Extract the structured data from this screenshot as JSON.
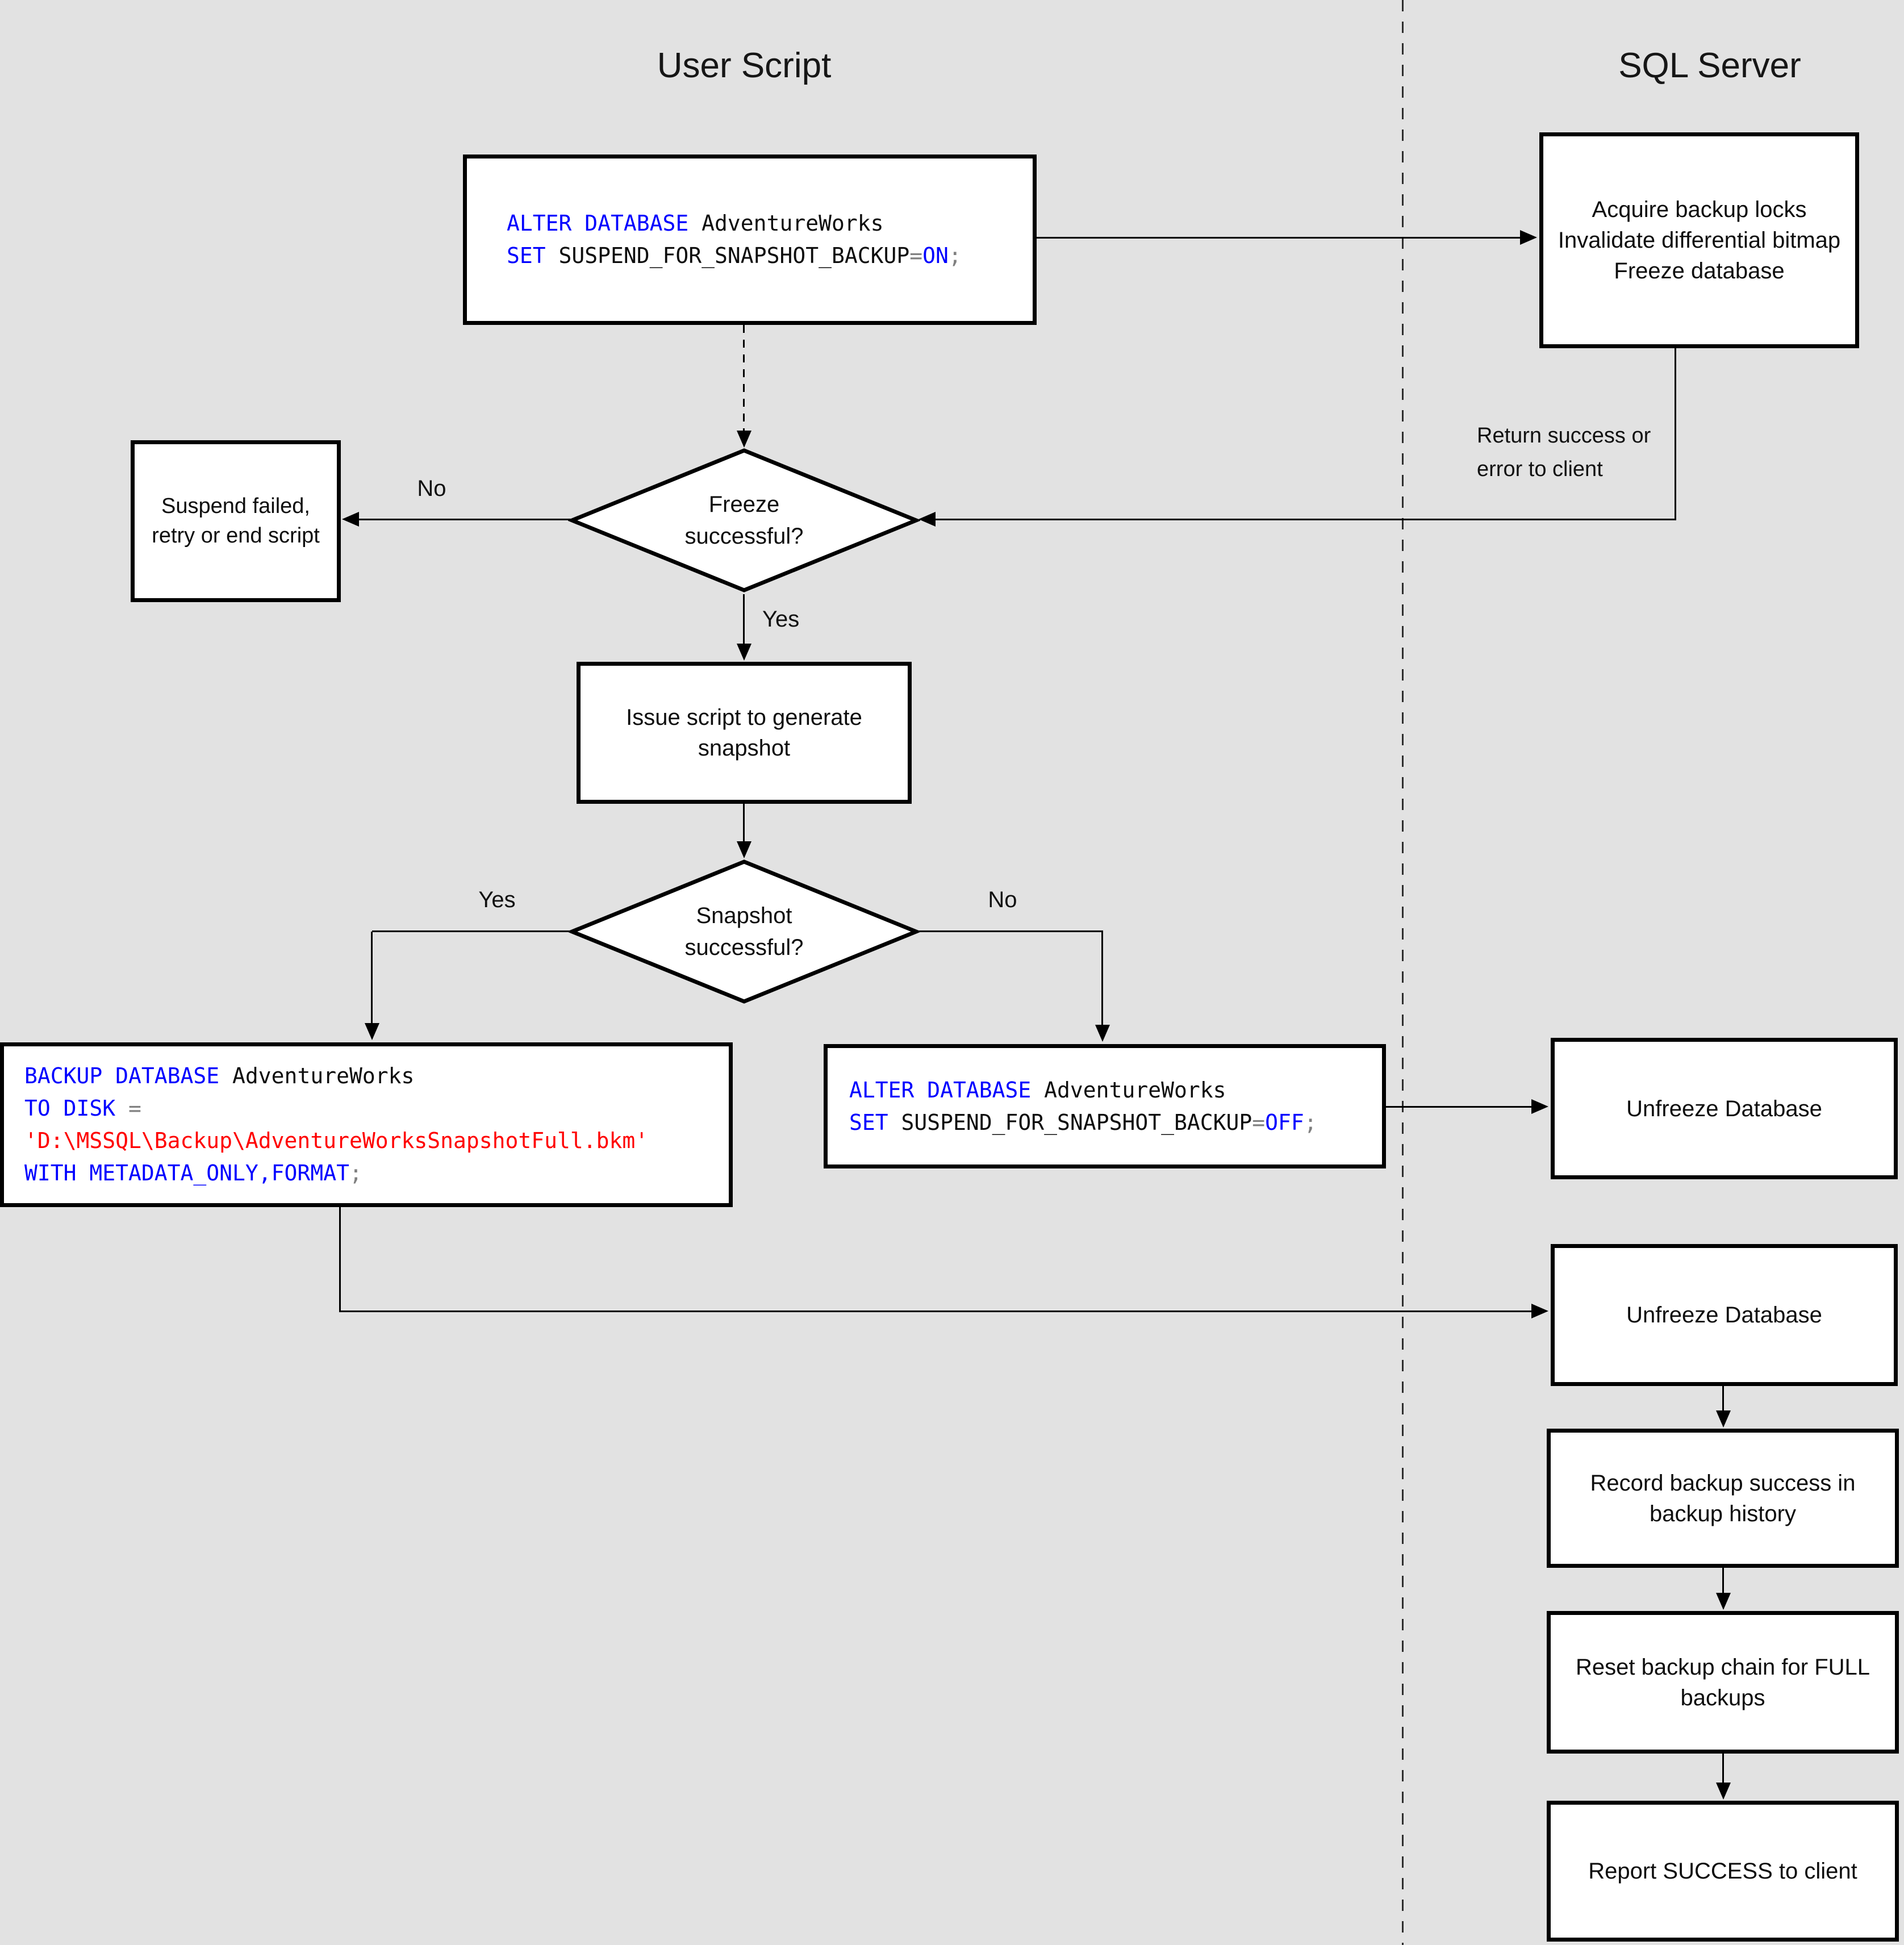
{
  "titles": {
    "user_script": "User Script",
    "sql_server": "SQL Server"
  },
  "colors": {
    "background": "#e2e2e2",
    "node_fill": "#ffffff",
    "node_border": "#000000",
    "sql_keyword": "#0000ff",
    "sql_string": "#ff0000",
    "sql_operator": "#808080",
    "text": "#0d0d0d"
  },
  "labels": {
    "return_note_line1": "Return success or",
    "return_note_line2": "error to client",
    "freeze_no": "No",
    "freeze_yes": "Yes",
    "snapshot_yes": "Yes",
    "snapshot_no": "No"
  },
  "nodes": {
    "alter_on": {
      "line1": {
        "kw": "ALTER DATABASE",
        "plain": " AdventureWorks"
      },
      "line2": {
        "kw": "SET",
        "plain": " SUSPEND_FOR_SNAPSHOT_BACKUP",
        "op": "=",
        "kw2": "ON",
        "end": ";"
      }
    },
    "acquire": {
      "line1": "Acquire backup locks",
      "line2": "Invalidate differential bitmap",
      "line3": "Freeze database"
    },
    "freeze_q": {
      "line1": "Freeze",
      "line2": "successful?"
    },
    "suspend": {
      "line1": "Suspend failed,",
      "line2": "retry or end script"
    },
    "issue": {
      "line1": "Issue script to generate",
      "line2": "snapshot"
    },
    "snapshot_q": {
      "line1": "Snapshot",
      "line2": "successful?"
    },
    "backup": {
      "line1": {
        "kw": "BACKUP DATABASE",
        "plain": " AdventureWorks"
      },
      "line2": {
        "kw": "TO DISK",
        "op": " ="
      },
      "line3": {
        "str": "'D:\\MSSQL\\Backup\\AdventureWorksSnapshotFull.bkm'"
      },
      "line4": {
        "kw": "WITH METADATA_ONLY,FORMAT",
        "end": ";"
      }
    },
    "alter_off": {
      "line1": {
        "kw": "ALTER DATABASE",
        "plain": " AdventureWorks"
      },
      "line2": {
        "kw": "SET",
        "plain": " SUSPEND_FOR_SNAPSHOT_BACKUP",
        "op": "=",
        "kw2": "OFF",
        "end": ";"
      }
    },
    "unfreeze1": {
      "line1": "Unfreeze Database"
    },
    "unfreeze2": {
      "line1": "Unfreeze Database"
    },
    "record": {
      "line1": "Record backup success in",
      "line2": "backup history"
    },
    "reset": {
      "line1": "Reset backup chain for FULL",
      "line2": "backups"
    },
    "report": {
      "line1": "Report SUCCESS to client"
    }
  }
}
